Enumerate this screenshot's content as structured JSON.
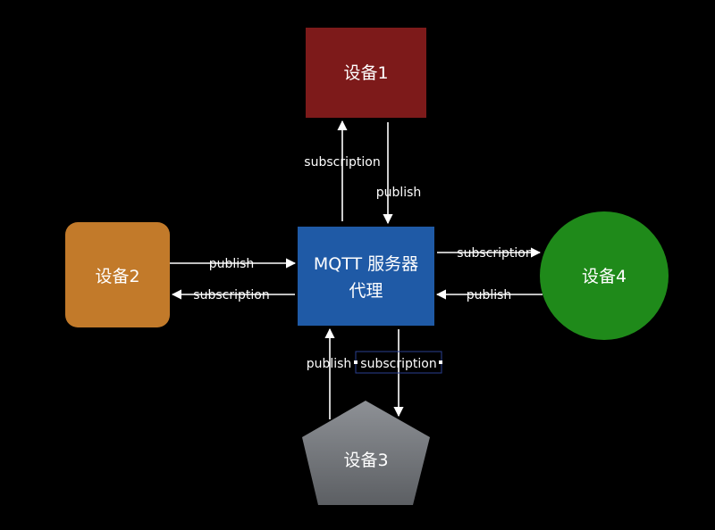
{
  "nodes": {
    "device1": {
      "label": "设备1",
      "color": "#7d1a1a"
    },
    "device2": {
      "label": "设备2",
      "color": "#c27a2a"
    },
    "device3": {
      "label": "设备3",
      "color": "#8a8c90"
    },
    "device4": {
      "label": "设备4",
      "color": "#1f8a1a"
    },
    "broker": {
      "line1": "MQTT 服务器",
      "line2": "代理",
      "color": "#1f5aa6"
    }
  },
  "edges": {
    "broker_to_device1": "subscription",
    "device1_to_broker": "publish",
    "device2_to_broker": "publish",
    "broker_to_device2": "subscription",
    "broker_to_device4": "subscription",
    "device4_to_broker": "publish",
    "device3_to_broker": "publish",
    "broker_to_device3": "subscription"
  }
}
